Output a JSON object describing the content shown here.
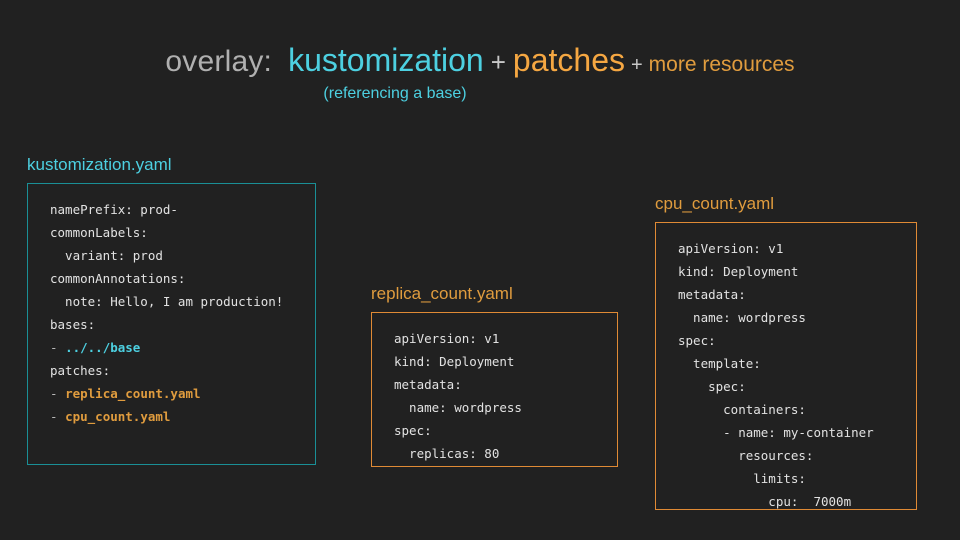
{
  "header": {
    "overlay_label": "overlay:",
    "term_kustomization": "kustomization",
    "plus1": "+",
    "term_patches": "patches",
    "plus2": "+",
    "term_more_resources": "more resources",
    "subtitle": "(referencing a base)",
    "colors": {
      "gray": "#b0b0b0",
      "cyan": "#4dd0e1",
      "amber": "#f5a742",
      "amber_dim": "#e09c3e",
      "background": "#212121"
    }
  },
  "panels": [
    {
      "id": "kustomization",
      "label": "kustomization.yaml",
      "accent": "#1a8f96",
      "lines": [
        {
          "text": "namePrefix: prod-"
        },
        {
          "text": "commonLabels:"
        },
        {
          "text": "  variant: prod"
        },
        {
          "text": "commonAnnotations:"
        },
        {
          "text": "  note: Hello, I am production!"
        },
        {
          "text": "bases:"
        },
        {
          "text": "- ../../base",
          "highlight": "cyan"
        },
        {
          "text": "patches:"
        },
        {
          "text": "- replica_count.yaml",
          "highlight": "amber"
        },
        {
          "text": "- cpu_count.yaml",
          "highlight": "amber"
        }
      ]
    },
    {
      "id": "replica_count",
      "label": "replica_count.yaml",
      "accent": "#e08a35",
      "lines": [
        {
          "text": "apiVersion: v1"
        },
        {
          "text": "kind: Deployment"
        },
        {
          "text": "metadata:"
        },
        {
          "text": "  name: wordpress"
        },
        {
          "text": "spec:"
        },
        {
          "text": "  replicas: 80"
        }
      ]
    },
    {
      "id": "cpu_count",
      "label": "cpu_count.yaml",
      "accent": "#e08a35",
      "lines": [
        {
          "text": "apiVersion: v1"
        },
        {
          "text": "kind: Deployment"
        },
        {
          "text": "metadata:"
        },
        {
          "text": "  name: wordpress"
        },
        {
          "text": "spec:"
        },
        {
          "text": "  template:"
        },
        {
          "text": "    spec:"
        },
        {
          "text": "      containers:"
        },
        {
          "text": "      - name: my-container"
        },
        {
          "text": "        resources:"
        },
        {
          "text": "          limits:"
        },
        {
          "text": "            cpu:  7000m"
        }
      ]
    }
  ]
}
